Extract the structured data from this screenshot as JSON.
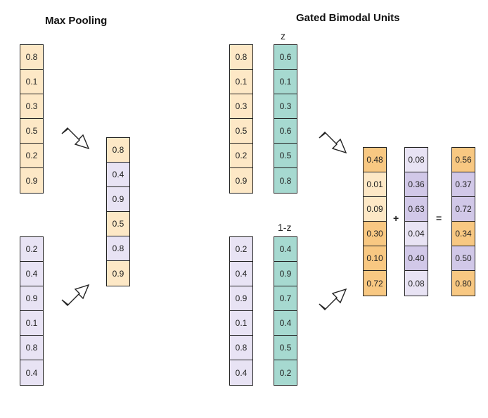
{
  "titles": {
    "max_pooling": "Max Pooling",
    "gated_bimodal": "Gated Bimodal Units"
  },
  "labels": {
    "z": "z",
    "one_minus_z": "1-z"
  },
  "operators": {
    "plus": "+",
    "equals": "="
  },
  "max_pooling": {
    "input_a": [
      "0.8",
      "0.1",
      "0.3",
      "0.5",
      "0.2",
      "0.9"
    ],
    "input_b": [
      "0.2",
      "0.4",
      "0.9",
      "0.1",
      "0.8",
      "0.4"
    ],
    "output": [
      "0.8",
      "0.4",
      "0.9",
      "0.5",
      "0.8",
      "0.9"
    ],
    "output_source": [
      "a",
      "b",
      "b",
      "a",
      "b",
      "a"
    ]
  },
  "gated": {
    "input_a": [
      "0.8",
      "0.1",
      "0.3",
      "0.5",
      "0.2",
      "0.9"
    ],
    "z": [
      "0.6",
      "0.1",
      "0.3",
      "0.6",
      "0.5",
      "0.8"
    ],
    "input_b": [
      "0.2",
      "0.4",
      "0.9",
      "0.1",
      "0.8",
      "0.4"
    ],
    "one_minus_z": [
      "0.4",
      "0.9",
      "0.7",
      "0.4",
      "0.5",
      "0.2"
    ],
    "product_a": [
      "0.48",
      "0.01",
      "0.09",
      "0.30",
      "0.10",
      "0.72"
    ],
    "product_a_strong": [
      true,
      false,
      false,
      true,
      true,
      true
    ],
    "product_b": [
      "0.08",
      "0.36",
      "0.63",
      "0.04",
      "0.40",
      "0.08"
    ],
    "product_b_strong": [
      false,
      true,
      true,
      false,
      true,
      false
    ],
    "result": [
      "0.56",
      "0.37",
      "0.72",
      "0.34",
      "0.50",
      "0.80"
    ],
    "result_source": [
      "a",
      "b",
      "b",
      "a",
      "b",
      "a"
    ]
  },
  "colors": {
    "orange": "#fde8c6",
    "orange_strong": "#f8c882",
    "purple": "#e8e3f4",
    "purple_strong": "#d1c8e8",
    "teal": "#a6d9d0"
  }
}
